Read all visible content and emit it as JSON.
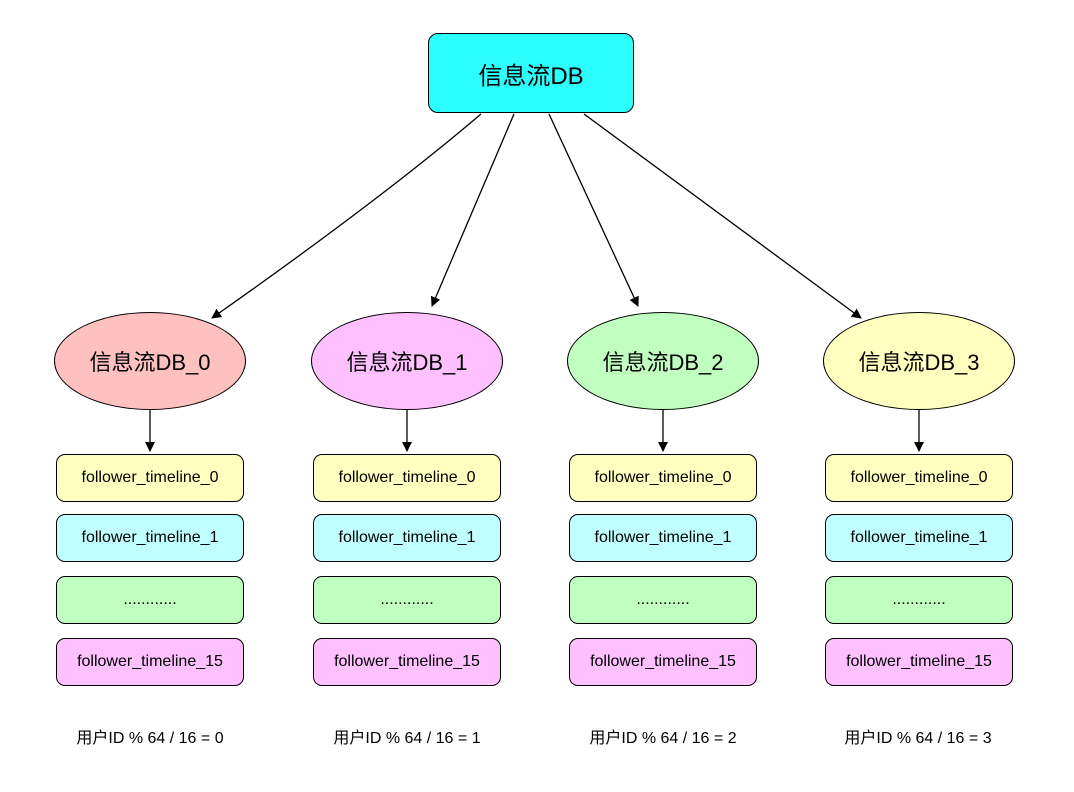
{
  "root": {
    "label": "信息流DB",
    "color": "#2cfdfd"
  },
  "shards": [
    {
      "label": "信息流DB_0",
      "color": "#ffc0c0",
      "tables": [
        "follower_timeline_0",
        "follower_timeline_1",
        "............",
        "follower_timeline_15"
      ],
      "formula": "用户ID % 64 / 16 = 0"
    },
    {
      "label": "信息流DB_1",
      "color": "#ffc0ff",
      "tables": [
        "follower_timeline_0",
        "follower_timeline_1",
        "............",
        "follower_timeline_15"
      ],
      "formula": "用户ID % 64 / 16 = 1"
    },
    {
      "label": "信息流DB_2",
      "color": "#c0ffc0",
      "tables": [
        "follower_timeline_0",
        "follower_timeline_1",
        "............",
        "follower_timeline_15"
      ],
      "formula": "用户ID % 64 / 16 = 2"
    },
    {
      "label": "信息流DB_3",
      "color": "#ffffc0",
      "tables": [
        "follower_timeline_0",
        "follower_timeline_1",
        "............",
        "follower_timeline_15"
      ],
      "formula": "用户ID % 64 / 16 = 3"
    }
  ],
  "table_colors": [
    "#ffffc0",
    "#c0ffff",
    "#c0ffc0",
    "#ffc0ff"
  ]
}
